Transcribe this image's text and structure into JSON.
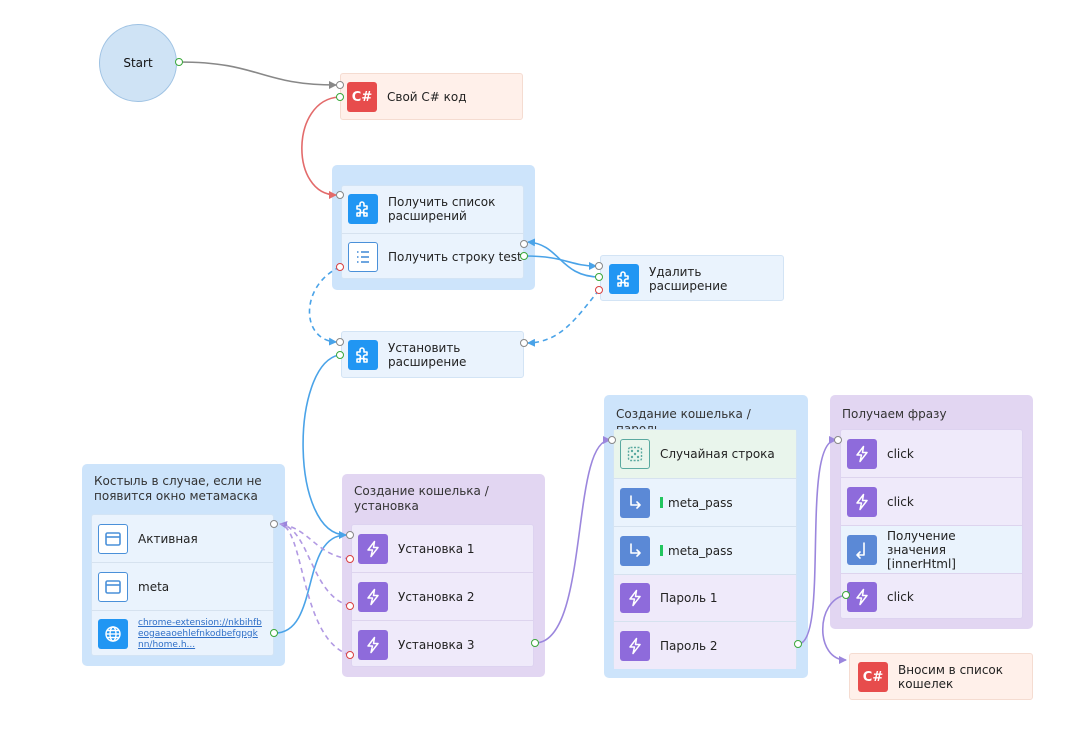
{
  "start": {
    "label": "Start"
  },
  "csharp_top": {
    "label": "Свой C# код",
    "icon": "C#"
  },
  "ext_group": {
    "items": [
      {
        "label": "Получить список расширений",
        "icon": "puzzle-icon"
      },
      {
        "label": "Получить строку test",
        "icon": "list-icon"
      }
    ]
  },
  "delete_ext": {
    "label": "Удалить расширение",
    "icon": "puzzle-icon"
  },
  "install_ext": {
    "label": "Установить расширение",
    "icon": "puzzle-icon"
  },
  "crutch_group": {
    "title": "Костыль в случае, если не появится окно метамаска",
    "items": [
      {
        "label": "Активная",
        "icon": "window-icon"
      },
      {
        "label": "meta",
        "icon": "window-icon"
      },
      {
        "label": "chrome-extension://nkbihfbeogaeaoehlefnkodbefgpgknn/home.h...",
        "icon": "globe-icon"
      }
    ]
  },
  "wallet_install_group": {
    "title": "Создание кошелька / установка",
    "items": [
      {
        "label": "Установка 1",
        "icon": "lightning-icon"
      },
      {
        "label": "Установка 2",
        "icon": "lightning-icon"
      },
      {
        "label": "Установка 3",
        "icon": "lightning-icon"
      }
    ]
  },
  "wallet_pass_group": {
    "title": "Создание кошелька / пароль",
    "items": [
      {
        "label": "Случайная строка",
        "icon": "dice-icon"
      },
      {
        "label": "meta_pass",
        "icon": "arrow-icon"
      },
      {
        "label": "meta_pass",
        "icon": "arrow-icon"
      },
      {
        "label": "Пароль 1",
        "icon": "lightning-icon"
      },
      {
        "label": "Пароль 2",
        "icon": "lightning-icon"
      }
    ]
  },
  "phrase_group": {
    "title": "Получаем фразу",
    "items": [
      {
        "label": "click",
        "icon": "lightning-icon"
      },
      {
        "label": "click",
        "icon": "lightning-icon"
      },
      {
        "label": "Получение значения [innerHtml]",
        "icon": "arrow-icon"
      },
      {
        "label": "click",
        "icon": "lightning-icon"
      }
    ]
  },
  "csharp_bottom": {
    "label": "Вносим в список кошелек",
    "icon": "C#"
  },
  "colors": {
    "accent_blue": "#2196f3",
    "csharp_red": "#e74c4c",
    "action_purple": "#8e6bdb",
    "wire_gray": "#888888",
    "wire_red": "#e36b6b",
    "wire_blue": "#4aa3e8",
    "wire_purple": "#9b86dd"
  }
}
